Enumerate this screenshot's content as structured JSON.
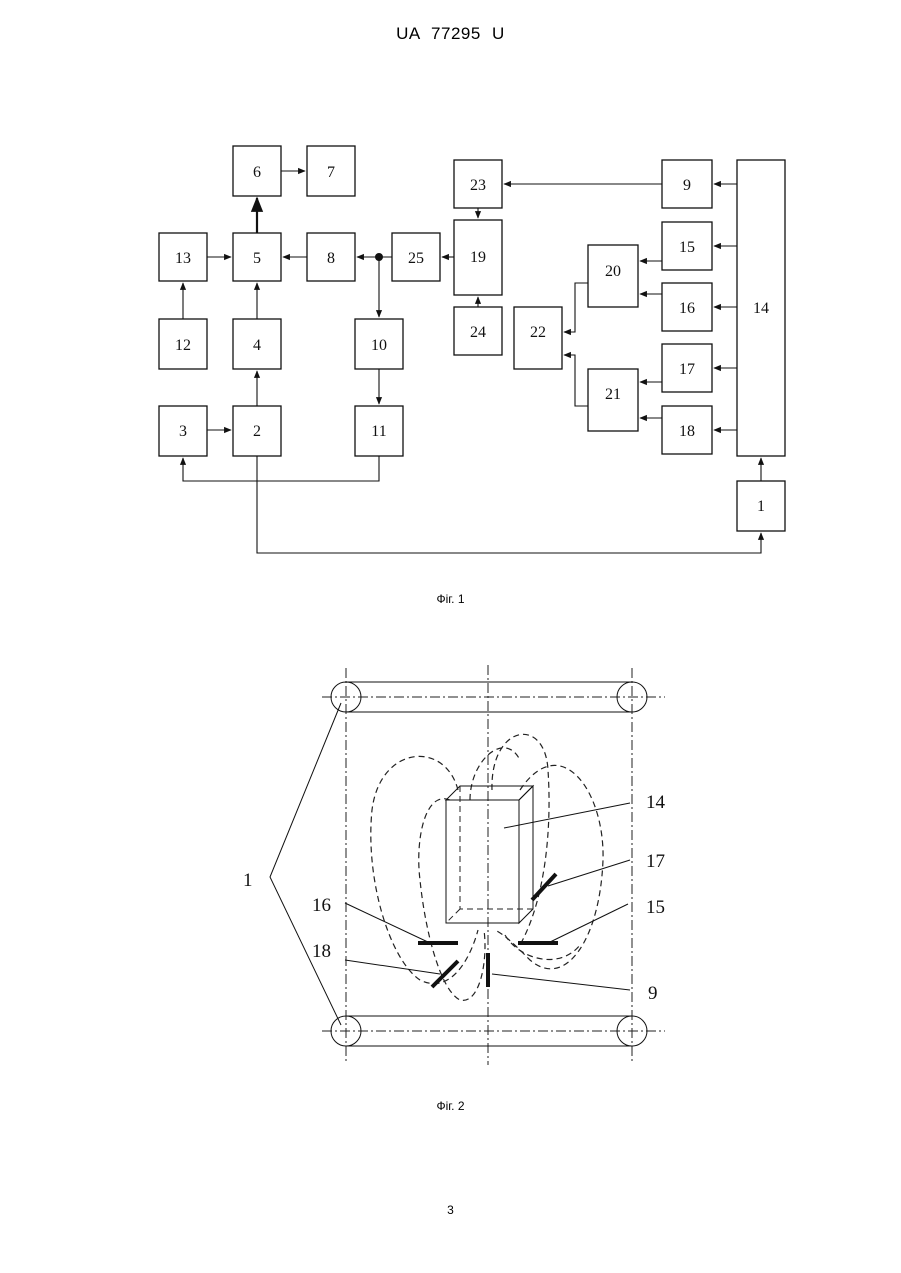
{
  "header": {
    "title": "UA   77295   U"
  },
  "fig1": {
    "caption": "Фіг. 1",
    "blocks": [
      {
        "id": "b6",
        "label": "6"
      },
      {
        "id": "b7",
        "label": "7"
      },
      {
        "id": "b13",
        "label": "13"
      },
      {
        "id": "b5",
        "label": "5"
      },
      {
        "id": "b8",
        "label": "8"
      },
      {
        "id": "b25",
        "label": "25"
      },
      {
        "id": "b19",
        "label": "19"
      },
      {
        "id": "b23",
        "label": "23"
      },
      {
        "id": "b9",
        "label": "9"
      },
      {
        "id": "b15",
        "label": "15"
      },
      {
        "id": "b20",
        "label": "20"
      },
      {
        "id": "b16",
        "label": "16"
      },
      {
        "id": "b14",
        "label": "14"
      },
      {
        "id": "b12",
        "label": "12"
      },
      {
        "id": "b4",
        "label": "4"
      },
      {
        "id": "b10",
        "label": "10"
      },
      {
        "id": "b24",
        "label": "24"
      },
      {
        "id": "b22",
        "label": "22"
      },
      {
        "id": "b17",
        "label": "17"
      },
      {
        "id": "b21",
        "label": "21"
      },
      {
        "id": "b18",
        "label": "18"
      },
      {
        "id": "b3",
        "label": "3"
      },
      {
        "id": "b2",
        "label": "2"
      },
      {
        "id": "b11",
        "label": "11"
      },
      {
        "id": "b1",
        "label": "1"
      }
    ]
  },
  "fig2": {
    "caption": "Фіг. 2",
    "labels": {
      "l14": "14",
      "l17": "17",
      "l15": "15",
      "l16": "16",
      "l18": "18",
      "l9": "9",
      "l1": "1"
    }
  },
  "page": {
    "number": "3"
  }
}
